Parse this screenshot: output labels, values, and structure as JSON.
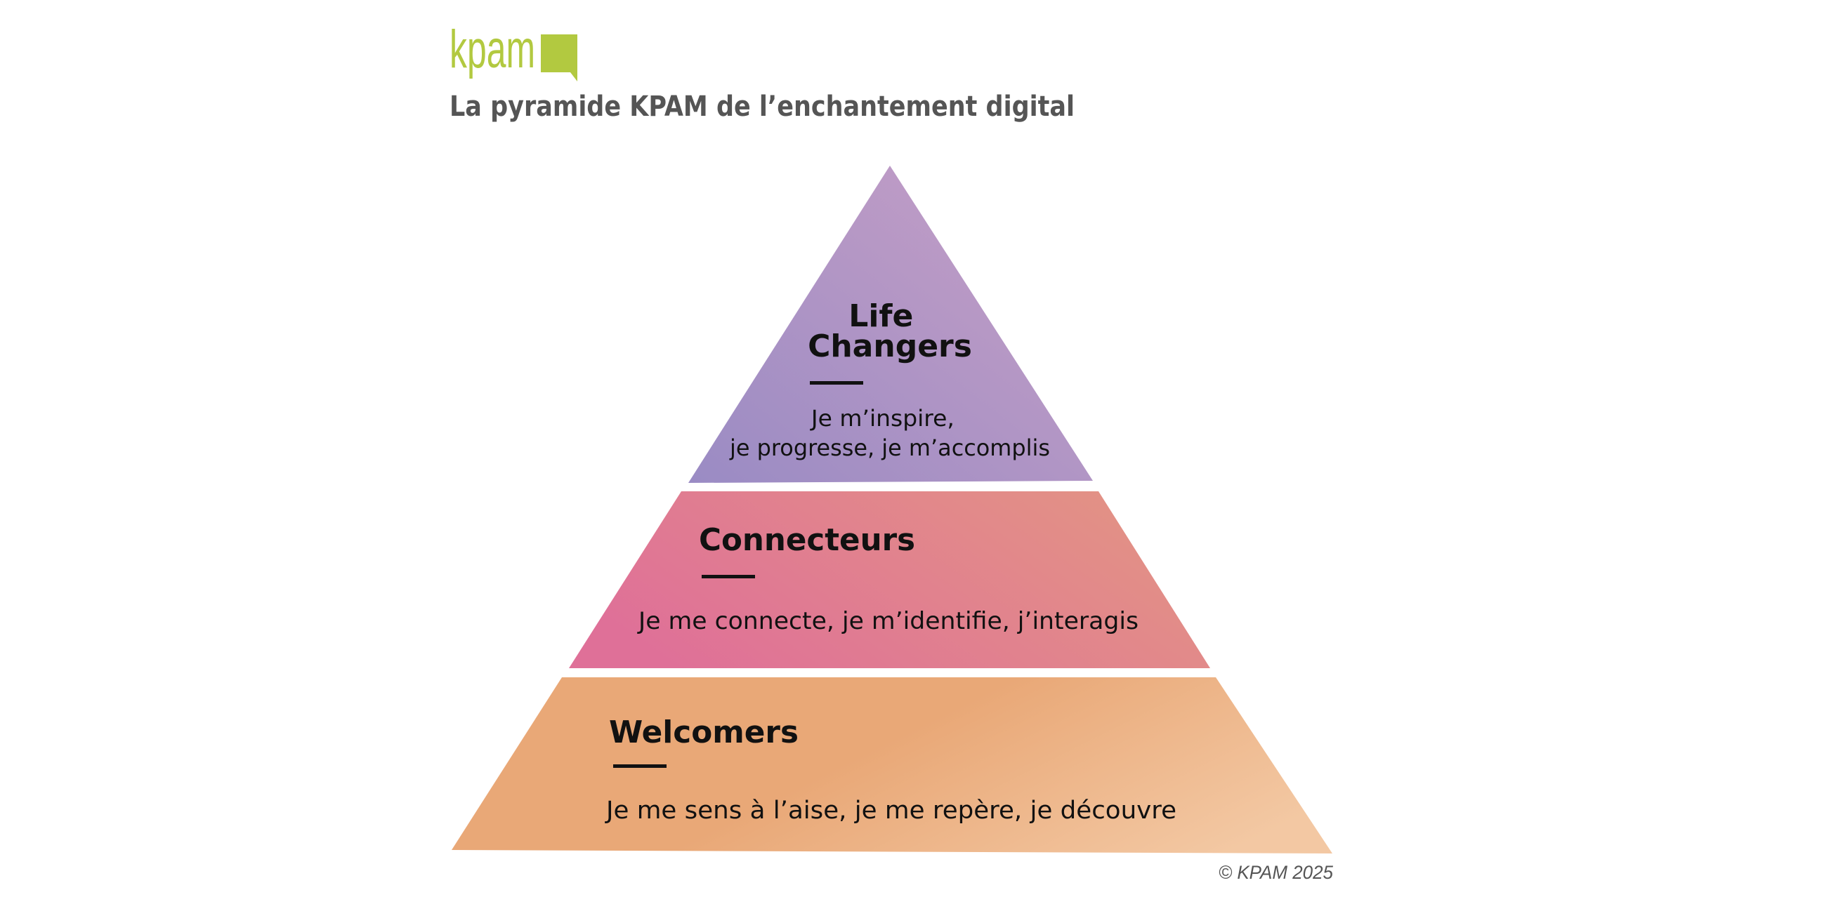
{
  "header": {
    "logo_text": "kpam",
    "title": "La pyramide KPAM de l’enchantement digital"
  },
  "pyramid": {
    "tiers": [
      {
        "title_lines": [
          "Life",
          "Changers"
        ],
        "description_lines": [
          "Je m’inspire,",
          "je progresse, je m’accomplis"
        ]
      },
      {
        "title_lines": [
          "Connecteurs"
        ],
        "description_lines": [
          "Je me connecte, je m’identifie, j’interagis"
        ]
      },
      {
        "title_lines": [
          "Welcomers"
        ],
        "description_lines": [
          "Je me sens à l’aise, je me repère, je découvre"
        ]
      }
    ]
  },
  "footer": {
    "copyright": "© KPAM 2025"
  },
  "colors": {
    "logo_green": "#b2c940",
    "title_gray": "#555555",
    "text_black": "#111111",
    "copyright_gray": "#555555",
    "top_gradient": [
      "#9a8bc4",
      "#c8a0c6"
    ],
    "middle_gradient": [
      "#df7098",
      "#e39484"
    ],
    "bottom_gradient": [
      "#e9a877",
      "#f3c8a3"
    ]
  }
}
